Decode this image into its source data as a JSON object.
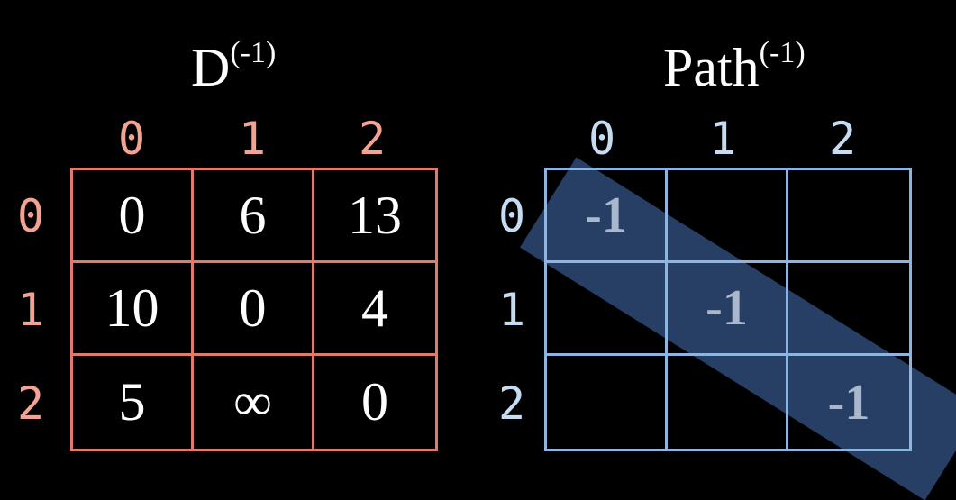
{
  "distance_matrix": {
    "title": "D",
    "title_superscript": "(-1)",
    "column_indices": [
      "0",
      "1",
      "2"
    ],
    "row_indices": [
      "0",
      "1",
      "2"
    ],
    "rows": [
      [
        "0",
        "6",
        "13"
      ],
      [
        "10",
        "0",
        "4"
      ],
      [
        "5",
        "∞",
        "0"
      ]
    ],
    "color": "#e07a6c",
    "index_color": "#f4a294"
  },
  "path_matrix": {
    "title": "Path",
    "title_superscript": "(-1)",
    "column_indices": [
      "0",
      "1",
      "2"
    ],
    "row_indices": [
      "0",
      "1",
      "2"
    ],
    "rows": [
      [
        "-1",
        "",
        ""
      ],
      [
        "",
        "-1",
        ""
      ],
      [
        "",
        "",
        "-1"
      ]
    ],
    "color": "#8fb4df",
    "index_color": "#c6dcf2",
    "highlight": "main-diagonal",
    "highlight_color": "#36568c"
  }
}
